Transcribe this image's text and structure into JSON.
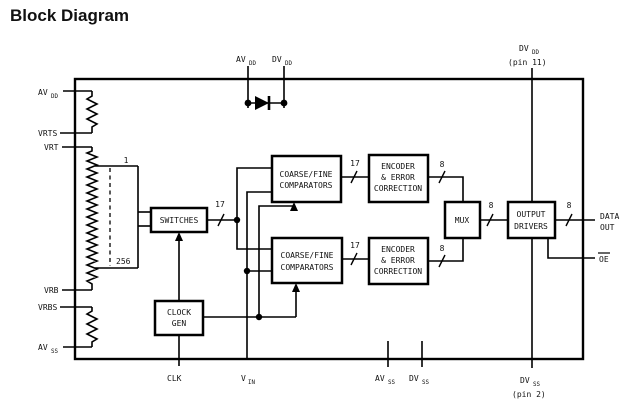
{
  "title": "Block Diagram",
  "colors": {
    "title": "#1a5dae",
    "line": "#000000",
    "background": "#ffffff"
  },
  "blocks": {
    "switches": {
      "label": "SWITCHES"
    },
    "clock_gen": {
      "line1": "CLOCK",
      "line2": "GEN"
    },
    "comparators_top": {
      "line1": "COARSE/FINE",
      "line2": "COMPARATORS"
    },
    "comparators_bottom": {
      "line1": "COARSE/FINE",
      "line2": "COMPARATORS"
    },
    "encoder_top": {
      "line1": "ENCODER",
      "line2": "& ERROR",
      "line3": "CORRECTION"
    },
    "encoder_bottom": {
      "line1": "ENCODER",
      "line2": "& ERROR",
      "line3": "CORRECTION"
    },
    "mux": {
      "label": "MUX"
    },
    "output_drivers": {
      "line1": "OUTPUT",
      "line2": "DRIVERS"
    }
  },
  "bus_widths": {
    "switches_to_comparators": "17",
    "comparators_top_to_encoder": "17",
    "comparators_bottom_to_encoder": "17",
    "encoder_top_to_mux": "8",
    "encoder_bottom_to_mux": "8",
    "mux_to_drivers": "8",
    "drivers_to_data_out": "8"
  },
  "ladder": {
    "first_tap": "1",
    "last_tap": "256"
  },
  "pins": {
    "avdd_left": {
      "base": "AV",
      "sub": "DD"
    },
    "vrts": {
      "label": "VRTS"
    },
    "vrt": {
      "label": "VRT"
    },
    "vrb": {
      "label": "VRB"
    },
    "vrbs": {
      "label": "VRBS"
    },
    "avss_left": {
      "base": "AV",
      "sub": "SS"
    },
    "avdd_top": {
      "base": "AV",
      "sub": "DD"
    },
    "dvdd_top": {
      "base": "DV",
      "sub": "DD"
    },
    "dvdd_right": {
      "base": "DV",
      "sub": "DD",
      "note": "(pin 11)"
    },
    "clk": {
      "label": "CLK"
    },
    "vin": {
      "base": "V",
      "sub": "IN"
    },
    "avss_bottom": {
      "base": "AV",
      "sub": "SS"
    },
    "dvss_bottom": {
      "base": "DV",
      "sub": "SS"
    },
    "dvss_right": {
      "base": "DV",
      "sub": "SS",
      "note": "(pin 2)"
    },
    "data_out": {
      "line1": "DATA",
      "line2": "OUT"
    },
    "oe": {
      "label": "OE"
    }
  }
}
